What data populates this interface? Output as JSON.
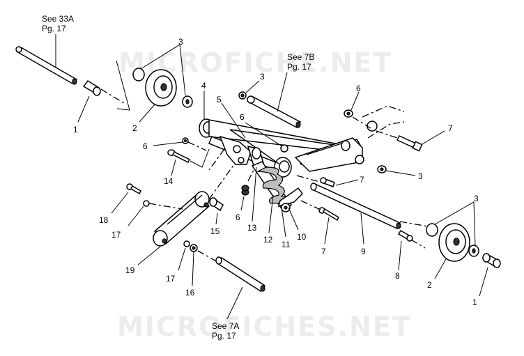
{
  "watermarks": {
    "top": "MICROFICHE.NET",
    "bottom": "MICROFICHES.NET"
  },
  "references": {
    "ref_33a_line1": "See 33A",
    "ref_33a_line2": "Pg. 17",
    "ref_7b_line1": "See 7B",
    "ref_7b_line2": "Pg. 17",
    "ref_7a_line1": "See 7A",
    "ref_7a_line2": "Pg. 17"
  },
  "callouts": {
    "c1_left": "1",
    "c2_left": "2",
    "c3_left": "3",
    "c3_top": "3",
    "c3_right_mid": "3",
    "c3_right_low": "3",
    "c4": "4",
    "c5": "5",
    "c6_a": "6",
    "c6_b": "6",
    "c6_c": "6",
    "c6_d": "6",
    "c7_a": "7",
    "c7_b": "7",
    "c7_c": "7",
    "c8": "8",
    "c9": "9",
    "c10": "10",
    "c11": "11",
    "c12": "12",
    "c13": "13",
    "c14": "14",
    "c15": "15",
    "c16": "16",
    "c17_a": "17",
    "c17_b": "17",
    "c18": "18",
    "c19": "19",
    "c2_right": "2",
    "c1_right": "1"
  }
}
